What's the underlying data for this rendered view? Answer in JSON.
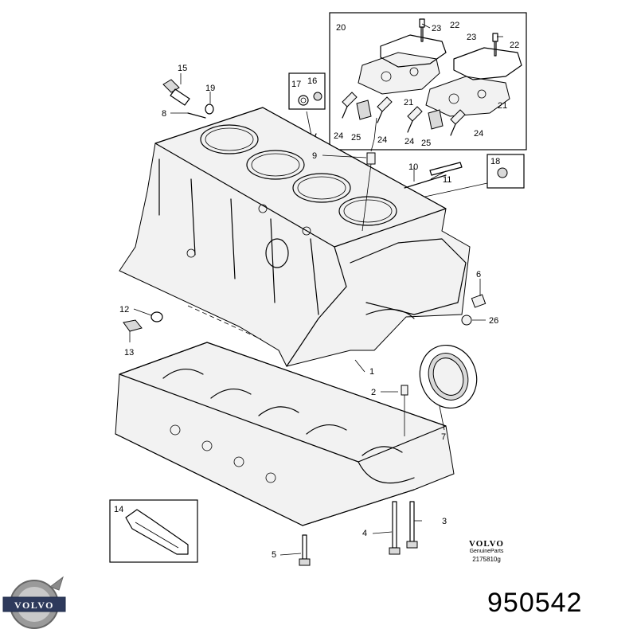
{
  "diagram": {
    "callouts": [
      {
        "id": "c1",
        "label": "1"
      },
      {
        "id": "c2",
        "label": "2"
      },
      {
        "id": "c3",
        "label": "3"
      },
      {
        "id": "c4",
        "label": "4"
      },
      {
        "id": "c5",
        "label": "5"
      },
      {
        "id": "c6",
        "label": "6"
      },
      {
        "id": "c7",
        "label": "7"
      },
      {
        "id": "c8",
        "label": "8"
      },
      {
        "id": "c9",
        "label": "9"
      },
      {
        "id": "c10",
        "label": "10"
      },
      {
        "id": "c11",
        "label": "11"
      },
      {
        "id": "c12",
        "label": "12"
      },
      {
        "id": "c13",
        "label": "13"
      },
      {
        "id": "c14",
        "label": "14"
      },
      {
        "id": "c15",
        "label": "15"
      },
      {
        "id": "c16",
        "label": "16"
      },
      {
        "id": "c17",
        "label": "17"
      },
      {
        "id": "c18",
        "label": "18"
      },
      {
        "id": "c19",
        "label": "19"
      },
      {
        "id": "c20",
        "label": "20"
      },
      {
        "id": "c21a",
        "label": "21"
      },
      {
        "id": "c21b",
        "label": "21"
      },
      {
        "id": "c22a",
        "label": "22"
      },
      {
        "id": "c22b",
        "label": "22"
      },
      {
        "id": "c23a",
        "label": "23"
      },
      {
        "id": "c23b",
        "label": "23"
      },
      {
        "id": "c24a",
        "label": "24"
      },
      {
        "id": "c24b",
        "label": "24"
      },
      {
        "id": "c24c",
        "label": "24"
      },
      {
        "id": "c24d",
        "label": "24"
      },
      {
        "id": "c25a",
        "label": "25"
      },
      {
        "id": "c25b",
        "label": "25"
      },
      {
        "id": "c26",
        "label": "26"
      }
    ]
  },
  "brand": {
    "wordmark": "VOLVO",
    "genuine_parts": "GenuineParts",
    "drawing_code": "2175810g",
    "logo_text": "VOLVO"
  },
  "part_number": "950542"
}
